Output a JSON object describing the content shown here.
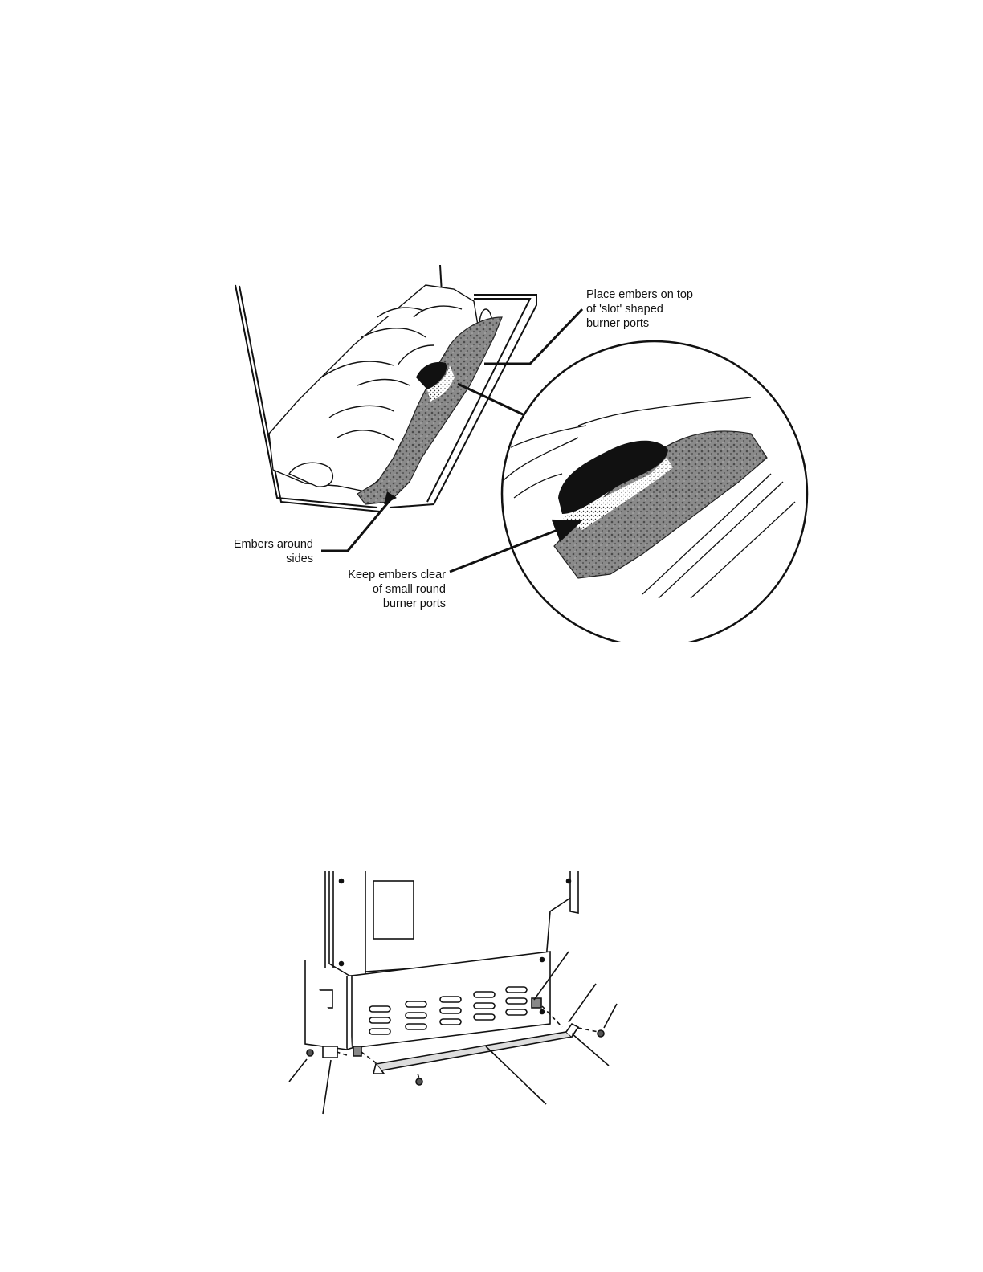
{
  "figure1": {
    "callouts": {
      "place_embers": [
        "Place embers on top",
        "of 'slot' shaped",
        "burner ports"
      ],
      "embers_sides": [
        "Embers around",
        "sides"
      ],
      "keep_clear": [
        "Keep embers clear",
        "of small round",
        "burner ports"
      ]
    }
  },
  "figure2": {},
  "colors": {
    "ink": "#111111",
    "ember_shade": "#7a7a7a",
    "footer_rule": "#3d4fb0"
  }
}
